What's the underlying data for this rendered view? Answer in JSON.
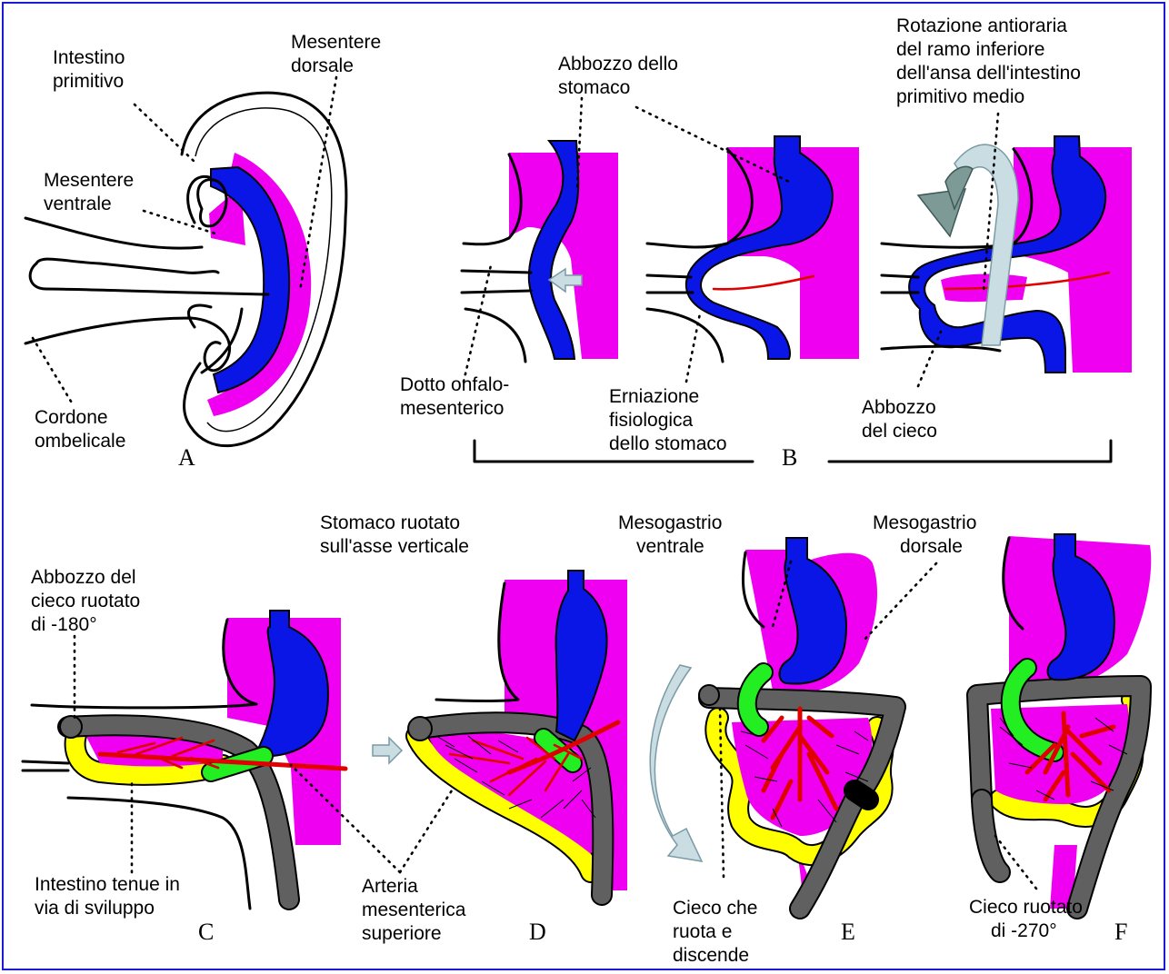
{
  "panels": {
    "A": "A",
    "B": "B",
    "C": "C",
    "D": "D",
    "E": "E",
    "F": "F"
  },
  "labels": {
    "intestino_primitivo": [
      "Intestino",
      "primitivo"
    ],
    "mesentere_dorsale": [
      "Mesentere",
      "dorsale"
    ],
    "mesentere_ventrale": [
      "Mesentere",
      "ventrale"
    ],
    "cordone_ombelicale": [
      "Cordone",
      "ombelicale"
    ],
    "abbozzo_stomaco": [
      "Abbozzo dello",
      "stomaco"
    ],
    "rotazione": [
      "Rotazione antioraria",
      "del ramo inferiore",
      "dell'ansa dell'intestino",
      "primitivo medio"
    ],
    "dotto_onfalo": [
      "Dotto onfalo-",
      "mesenterico"
    ],
    "erniazione": [
      "Erniazione",
      "fisiologica",
      "dello stomaco"
    ],
    "abbozzo_cieco": [
      "Abbozzo",
      "del cieco"
    ],
    "cieco_180": [
      "Abbozzo del",
      "cieco ruotato",
      "di -180°"
    ],
    "stomaco_ruotato": [
      "Stomaco ruotato",
      "sull'asse verticale"
    ],
    "mesogastrio_ventrale": [
      "Mesogastrio",
      "ventrale"
    ],
    "mesogastrio_dorsale": [
      "Mesogastrio",
      "dorsale"
    ],
    "intestino_tenue": [
      "Intestino tenue in",
      "via di sviluppo"
    ],
    "arteria": [
      "Arteria",
      "mesenterica",
      "superiore"
    ],
    "cieco_ruota": [
      "Cieco che",
      "ruota e",
      "discende"
    ],
    "cieco_270": [
      "Cieco ruotato",
      "di -270°"
    ]
  },
  "colors": {
    "frame": "#1b1bd6",
    "mesentery": "#f000f0",
    "gut_stomach": "#0a16e6",
    "cecum_colon": "#606060",
    "small_intestine": "#ffff00",
    "duodenum": "#22ee22",
    "artery": "#e00000",
    "arrow_light": "#c9dde3",
    "arrow_dark": "#7e9a97"
  }
}
